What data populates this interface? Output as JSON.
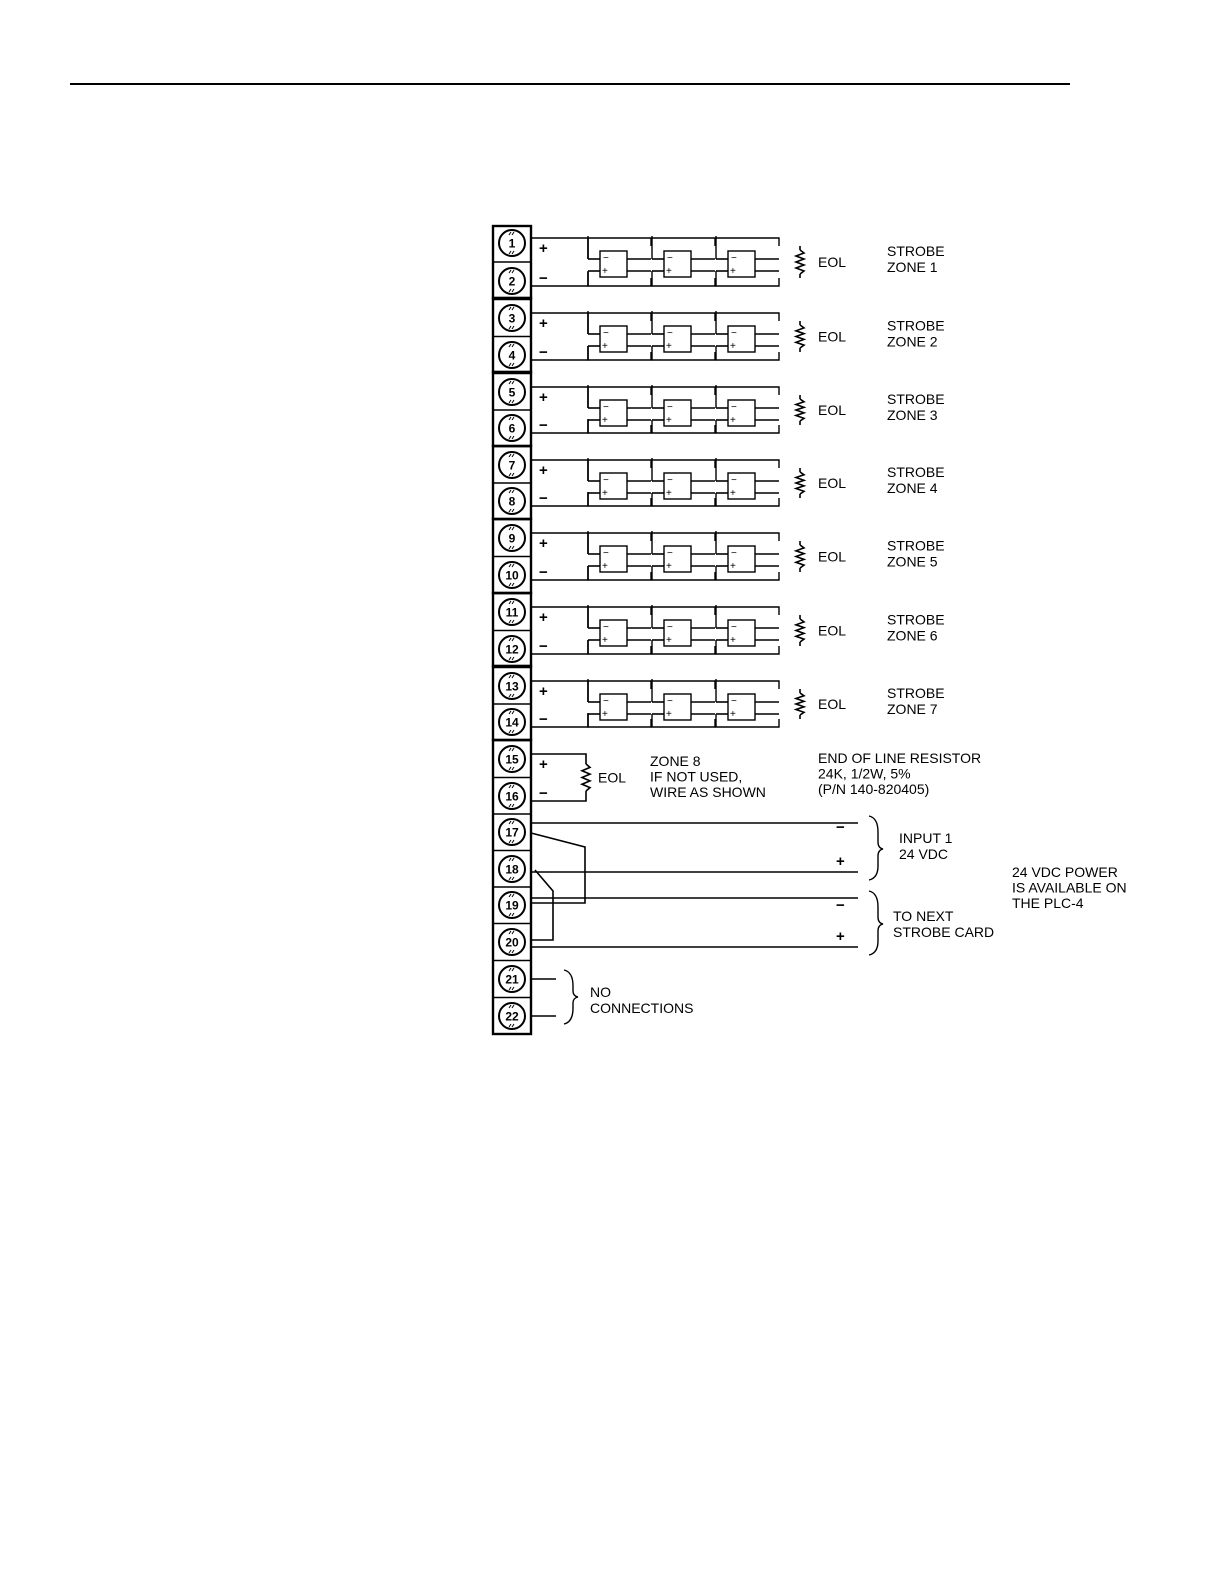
{
  "terminals": [
    "1",
    "2",
    "3",
    "4",
    "5",
    "6",
    "7",
    "8",
    "9",
    "10",
    "11",
    "12",
    "13",
    "14",
    "15",
    "16",
    "17",
    "18",
    "19",
    "20",
    "21",
    "22"
  ],
  "polarity": {
    "plus": "+",
    "minus": "−"
  },
  "eol_label": "EOL",
  "zones": [
    {
      "line1": "STROBE",
      "line2": "ZONE 1"
    },
    {
      "line1": "STROBE",
      "line2": "ZONE 2"
    },
    {
      "line1": "STROBE",
      "line2": "ZONE 3"
    },
    {
      "line1": "STROBE",
      "line2": "ZONE 4"
    },
    {
      "line1": "STROBE",
      "line2": "ZONE 5"
    },
    {
      "line1": "STROBE",
      "line2": "ZONE 6"
    },
    {
      "line1": "STROBE",
      "line2": "ZONE 7"
    }
  ],
  "zone8_note": [
    "ZONE 8",
    "IF NOT USED,",
    "WIRE AS SHOWN"
  ],
  "resistor_note": [
    "END OF LINE RESISTOR",
    "24K, 1/2W, 5%",
    "(P/N 140-820405)"
  ],
  "input_note": [
    "INPUT 1",
    "24 VDC"
  ],
  "next_card_note": [
    "TO NEXT",
    "STROBE CARD"
  ],
  "power_note": [
    "24 VDC POWER",
    "IS AVAILABLE ON",
    "THE PLC-4"
  ],
  "no_connections_note": [
    "NO",
    "CONNECTIONS"
  ]
}
